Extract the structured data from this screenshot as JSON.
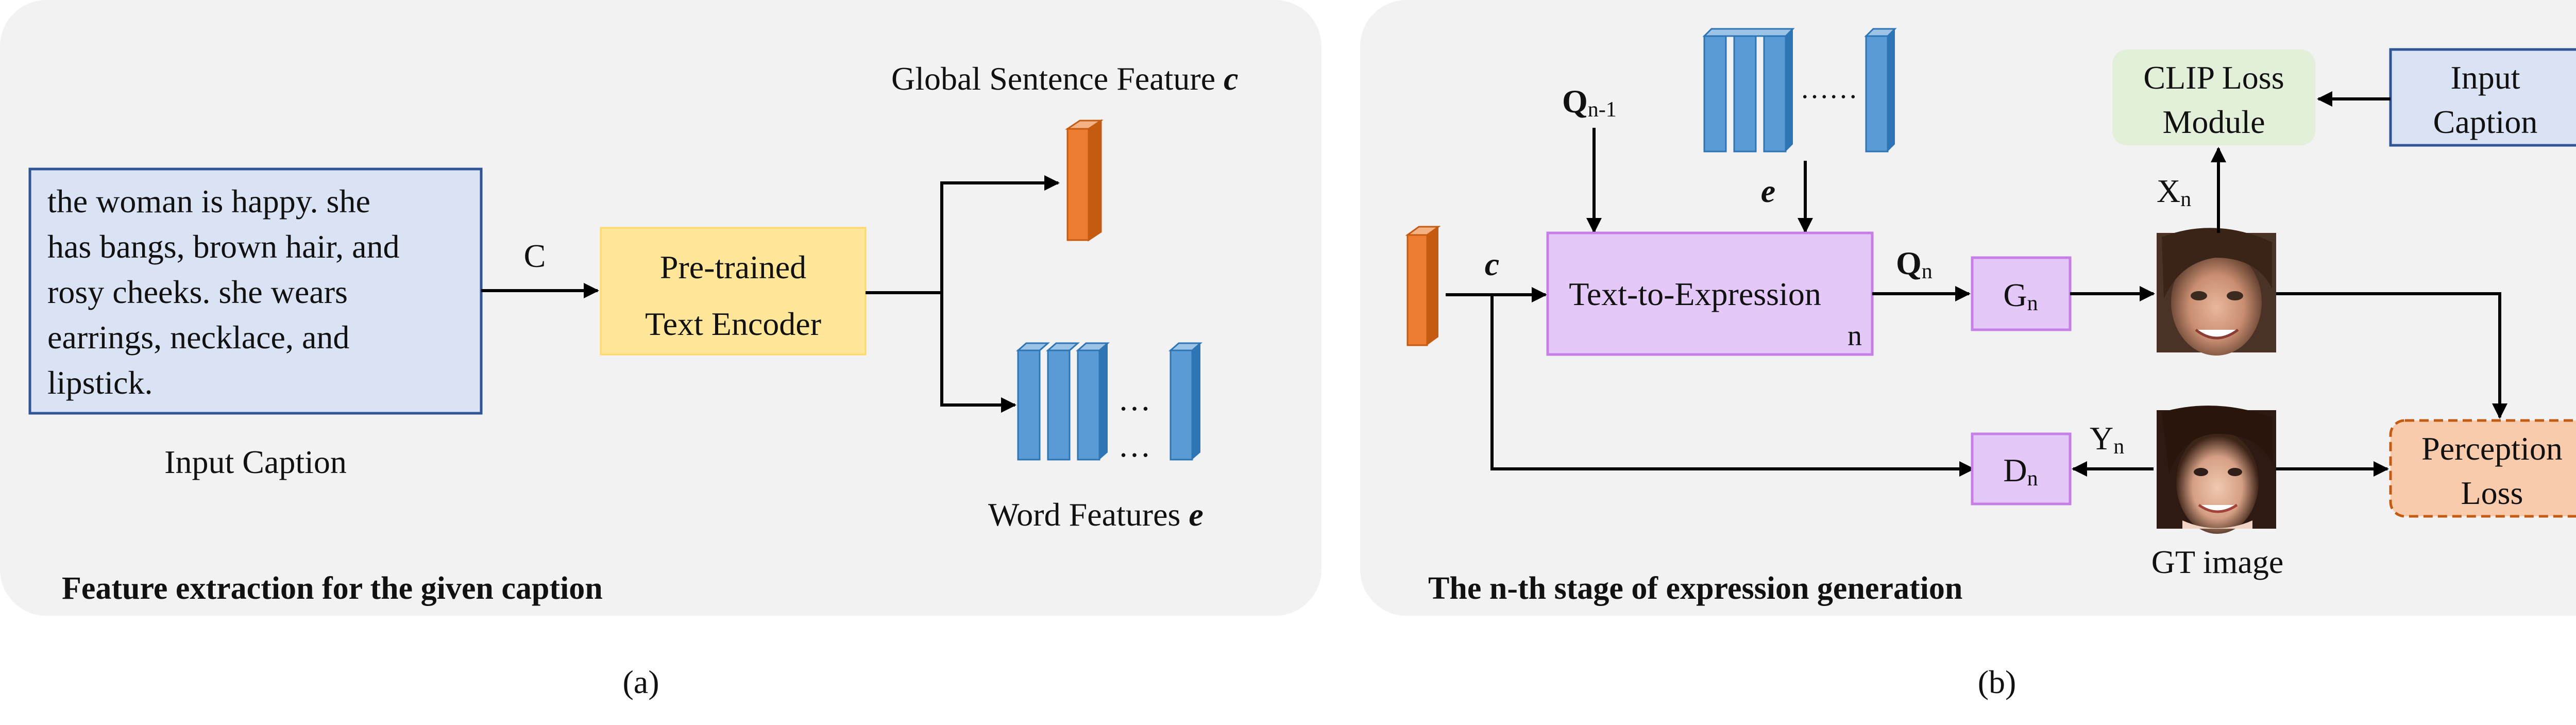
{
  "panel_a": {
    "caption_box_lines": [
      "the woman is happy. she",
      "has bangs, brown hair, and",
      "rosy cheeks. she wears",
      "earrings, necklace, and",
      "lipstick."
    ],
    "caption_box_label": "Input Caption",
    "arrow_label": "C",
    "encoder_line1": "Pre-trained",
    "encoder_line2": "Text  Encoder",
    "global_feature_label": "Global Sentence Feature ",
    "global_feature_symbol": "c",
    "word_features_label": "Word Features ",
    "word_features_symbol": "e",
    "ellipsis": "…",
    "title": "Feature extraction for the given caption",
    "sublabel": "(a)"
  },
  "panel_b": {
    "q_prev": "Q",
    "q_prev_sub": "n-1",
    "word_dots": "……",
    "e_symbol": "e",
    "c_symbol": "c",
    "t2e_label": "Text-to-Expression",
    "t2e_sub": "n",
    "q_n": "Q",
    "q_n_sub": "n",
    "g_n": "G",
    "g_n_sub": "n",
    "x_n": "X",
    "x_n_sub": "n",
    "clip_line1": "CLIP Loss",
    "clip_line2": "Module",
    "input_caption_line1": "Input",
    "input_caption_line2": "Caption",
    "d_n": "D",
    "d_n_sub": "n",
    "y_n": "Y",
    "y_n_sub": "n",
    "perception_line1": "Perception",
    "perception_line2": "Loss",
    "gt_label": "GT image",
    "title": "The n-th stage of expression generation",
    "sublabel": "(b)"
  },
  "colors": {
    "panel_bg": "#f2f2f2",
    "caption_fill": "#dae3f3",
    "caption_stroke": "#2f5597",
    "encoder_fill": "#ffe699",
    "t2e_fill": "#e4c8f8",
    "t2e_stroke": "#c77fe8",
    "clip_fill": "#e2f0d9",
    "perception_fill": "#f8cbad",
    "perception_stroke": "#c55a11",
    "blue_bar": "#5b9bd5",
    "orange_bar": "#ed7d31"
  }
}
